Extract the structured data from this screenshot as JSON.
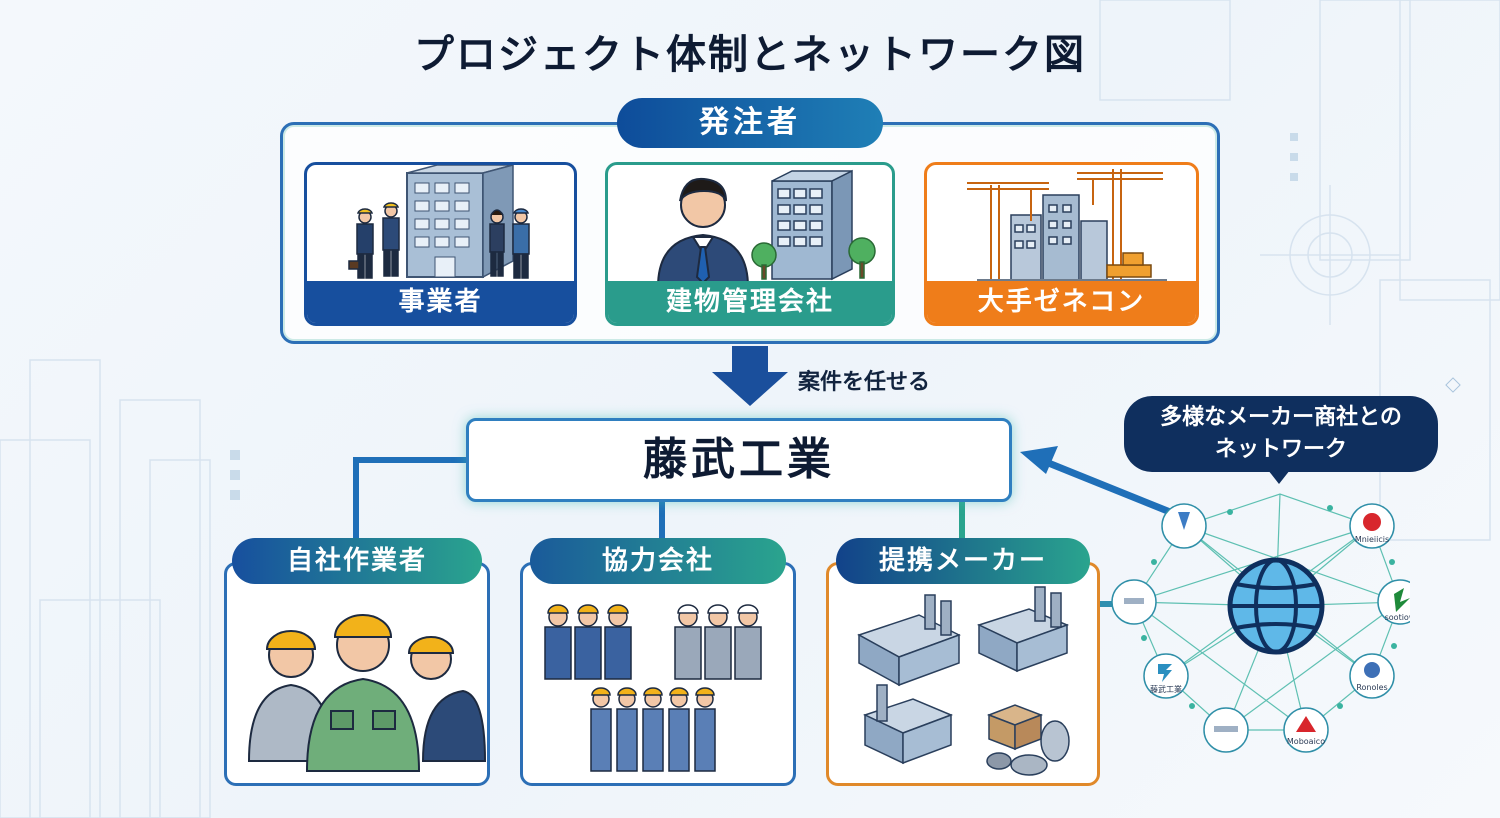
{
  "title": "プロジェクト体制とネットワーク図",
  "client": {
    "header": "発注者",
    "cards": [
      {
        "label": "事業者",
        "color": "#174f9e"
      },
      {
        "label": "建物管理会社",
        "color": "#2a9c8c"
      },
      {
        "label": "大手ゼネコン",
        "color": "#ef7d1a"
      }
    ]
  },
  "flow_label": "案件を任せる",
  "center": "藤武工業",
  "network": {
    "bubble_line1": "多様なメーカー商社との",
    "bubble_line2": "ネットワーク",
    "logos": [
      "Mnieiicis",
      "sootiow",
      "Ronoles",
      "Moboaico",
      "藤武工業"
    ]
  },
  "groups": [
    {
      "label": "自社作業者",
      "color": "#174f9e"
    },
    {
      "label": "協力会社",
      "color": "#1a5a9a"
    },
    {
      "label": "提携メーカー",
      "color": "#12428a"
    }
  ],
  "colors": {
    "navy": "#0f2f5e",
    "blue": "#174f9e",
    "teal": "#2a9c8c",
    "orange": "#ef7d1a"
  }
}
